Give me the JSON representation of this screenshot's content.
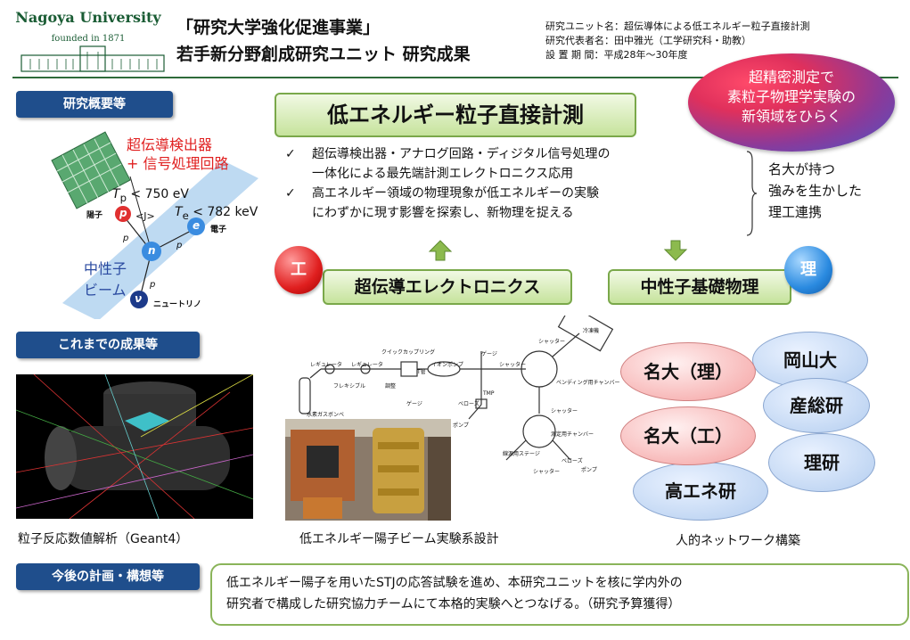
{
  "header": {
    "logo_name": "Nagoya University",
    "logo_founded": "founded in 1871",
    "title_line1": "「研究大学強化促進事業」",
    "title_line2": "若手新分野創成研究ユニット 研究成果",
    "unit_name": "研究ユニット名：超伝導体による低エネルギー粒子直接計測",
    "representative": "研究代表者名：田中雅光（工学研究科・助教）",
    "period": "設 置 期 間：平成28年～30年度"
  },
  "badge": {
    "line1": "超精密測定で",
    "line2": "素粒子物理学実験の",
    "line3": "新領域をひらく"
  },
  "sections": {
    "overview": "研究概要等",
    "results": "これまでの成果等",
    "plans": "今後の計画・構想等"
  },
  "main_title": "低エネルギー粒子直接計測",
  "bullets": [
    {
      "line1": "超伝導検出器・アナログ回路・ディジタル信号処理の",
      "line2": "一体化による最先端計測エレクトロニクス応用"
    },
    {
      "line1": "高エネルギー領域の物理現象が低エネルギーの実験",
      "line2": "にわずかに現す影響を探索し、新物理を捉える"
    }
  ],
  "check_mark": "✓",
  "brace_text": {
    "line1": "名大が持つ",
    "line2": "強みを生かした",
    "line3": "理工連携"
  },
  "tags": {
    "left": "超伝導エレクトロニクス",
    "right": "中性子基礎物理",
    "left_ball": "工",
    "right_ball": "理"
  },
  "diagram": {
    "detector_line1": "超伝導検出器",
    "detector_line2": "+ 信号処理回路",
    "tp": "T",
    "tp_sub": "p",
    "tp_val": "< 750 eV",
    "te": "T",
    "te_sub": "e",
    "te_val": "< 782 keV",
    "proton_label": "陽子",
    "electron_label": "電子",
    "neutrino_label": "ニュートリノ",
    "beam_line1": "中性子",
    "beam_line2": "ビーム",
    "p": "p",
    "e": "e",
    "n": "n",
    "nu": "ν",
    "j": "<J>",
    "pp": "p",
    "pe": "p",
    "pnu": "p"
  },
  "apparatus_labels": {
    "regulator1": "レギュレータ",
    "regulator2": "レギュレータ",
    "coupling": "クイックカップリング",
    "flexible": "フレキシブル",
    "valve": "調整",
    "tpiece": "T管",
    "ion_source": "イオンポンプ",
    "gauge1": "ゲージ",
    "gauge2": "ゲージ",
    "shutter1": "シャッター",
    "shutter2": "シャッター",
    "shutter3": "シャッター",
    "shutter4": "シャッター",
    "chamber1": "ベンディング用チャンバー",
    "chamber2": "測定用チャンバー",
    "bellows1": "ベローズ",
    "bellows2": "ベローズ",
    "pump1": "ポンプ",
    "pump2": "ポンプ",
    "tmp": "TMP",
    "hydrogen": "水素ガスボンベ",
    "cryo": "冷凍機",
    "stage": "線源用ステージ"
  },
  "captions": {
    "left": "粒子反応数値解析（Geant4）",
    "middle": "低エネルギー陽子ビーム実験系設計",
    "right": "人的ネットワーク構築"
  },
  "network": {
    "okayama": "岡山大",
    "nagoya_sci": "名大（理）",
    "aist": "産総研",
    "nagoya_eng": "名大（工）",
    "riken": "理研",
    "kek": "高エネ研"
  },
  "plan_text": {
    "line1": "低エネルギー陽子を用いたSTJの応答試験を進め、本研究ユニットを核に学内外の",
    "line2": "研究者で構成した研究協力チームにて本格的実験へとつなげる。（研究予算獲得）"
  },
  "colors": {
    "section_blue": "#1f4e8c",
    "accent_green": "#7aa84a",
    "nagoya_green": "#1a5c34"
  }
}
